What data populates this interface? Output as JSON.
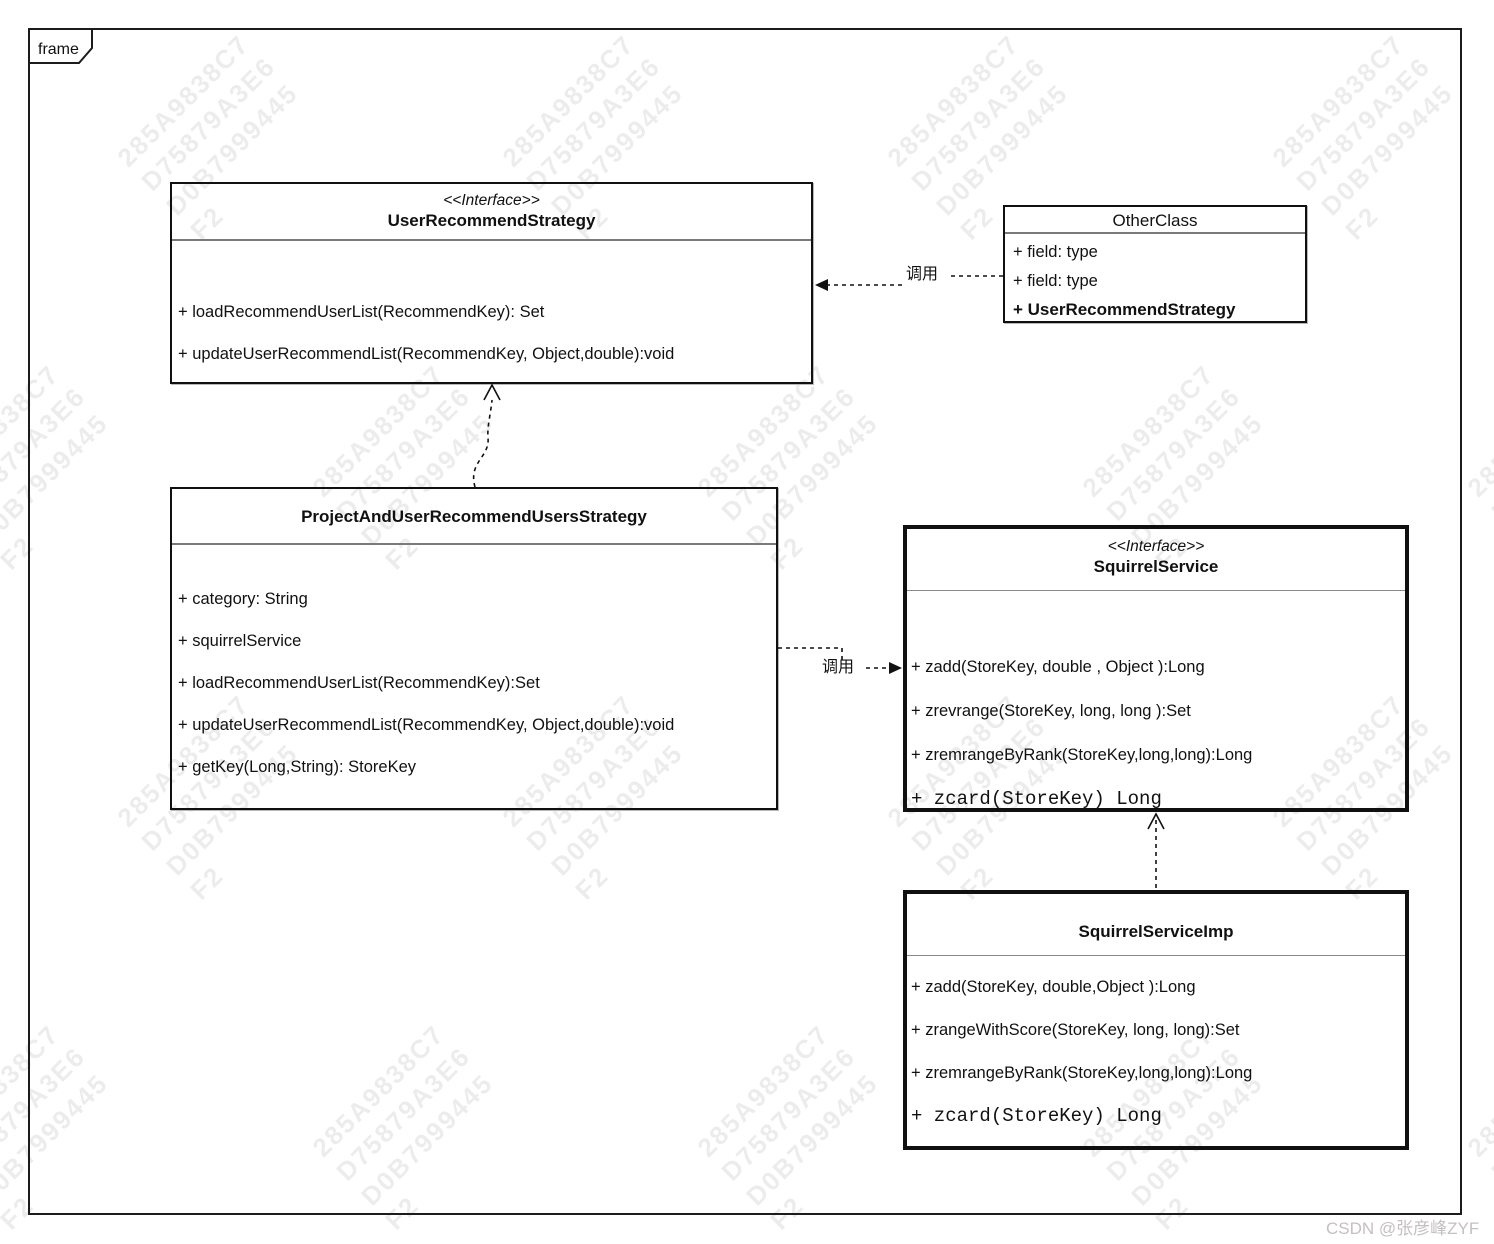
{
  "frame": {
    "label": "frame"
  },
  "watermark": {
    "lines": [
      "285A9838C7",
      "D75879A3E6",
      "D0B7999445",
      "F2"
    ],
    "credit": "CSDN @张彦峰ZYF"
  },
  "labels": {
    "call1": "调用",
    "call2": "调用"
  },
  "classes": {
    "userRecommendStrategy": {
      "stereotype": "<<Interface>>",
      "name": "UserRecommendStrategy",
      "members": [
        "+ loadRecommendUserList(RecommendKey): Set",
        "+ updateUserRecommendList(RecommendKey, Object,double):void"
      ]
    },
    "otherClass": {
      "name": "OtherClass",
      "members": [
        "+ field: type",
        "+ field: type",
        "+ UserRecommendStrategy"
      ]
    },
    "projectAndUserRecommendUsersStrategy": {
      "name": "ProjectAndUserRecommendUsersStrategy",
      "members": [
        "+ category: String",
        "+ squirrelService",
        "+ loadRecommendUserList(RecommendKey):Set",
        "+ updateUserRecommendList(RecommendKey, Object,double):void",
        "+ getKey(Long,String): StoreKey"
      ]
    },
    "squirrelService": {
      "stereotype": "<<Interface>>",
      "name": "SquirrelService",
      "members": [
        "+ zadd(StoreKey, double , Object ):Long",
        "+ zrevrange(StoreKey, long, long ):Set",
        "+ zremrangeByRank(StoreKey,long,long):Long",
        "+ zcard(StoreKey) Long"
      ]
    },
    "squirrelServiceImp": {
      "name": "SquirrelServiceImp",
      "members": [
        "+ zadd(StoreKey, double,Object ):Long",
        "+ zrangeWithScore(StoreKey, long, long):Set",
        "+ zremrangeByRank(StoreKey,long,long):Long",
        "+ zcard(StoreKey) Long"
      ]
    }
  }
}
